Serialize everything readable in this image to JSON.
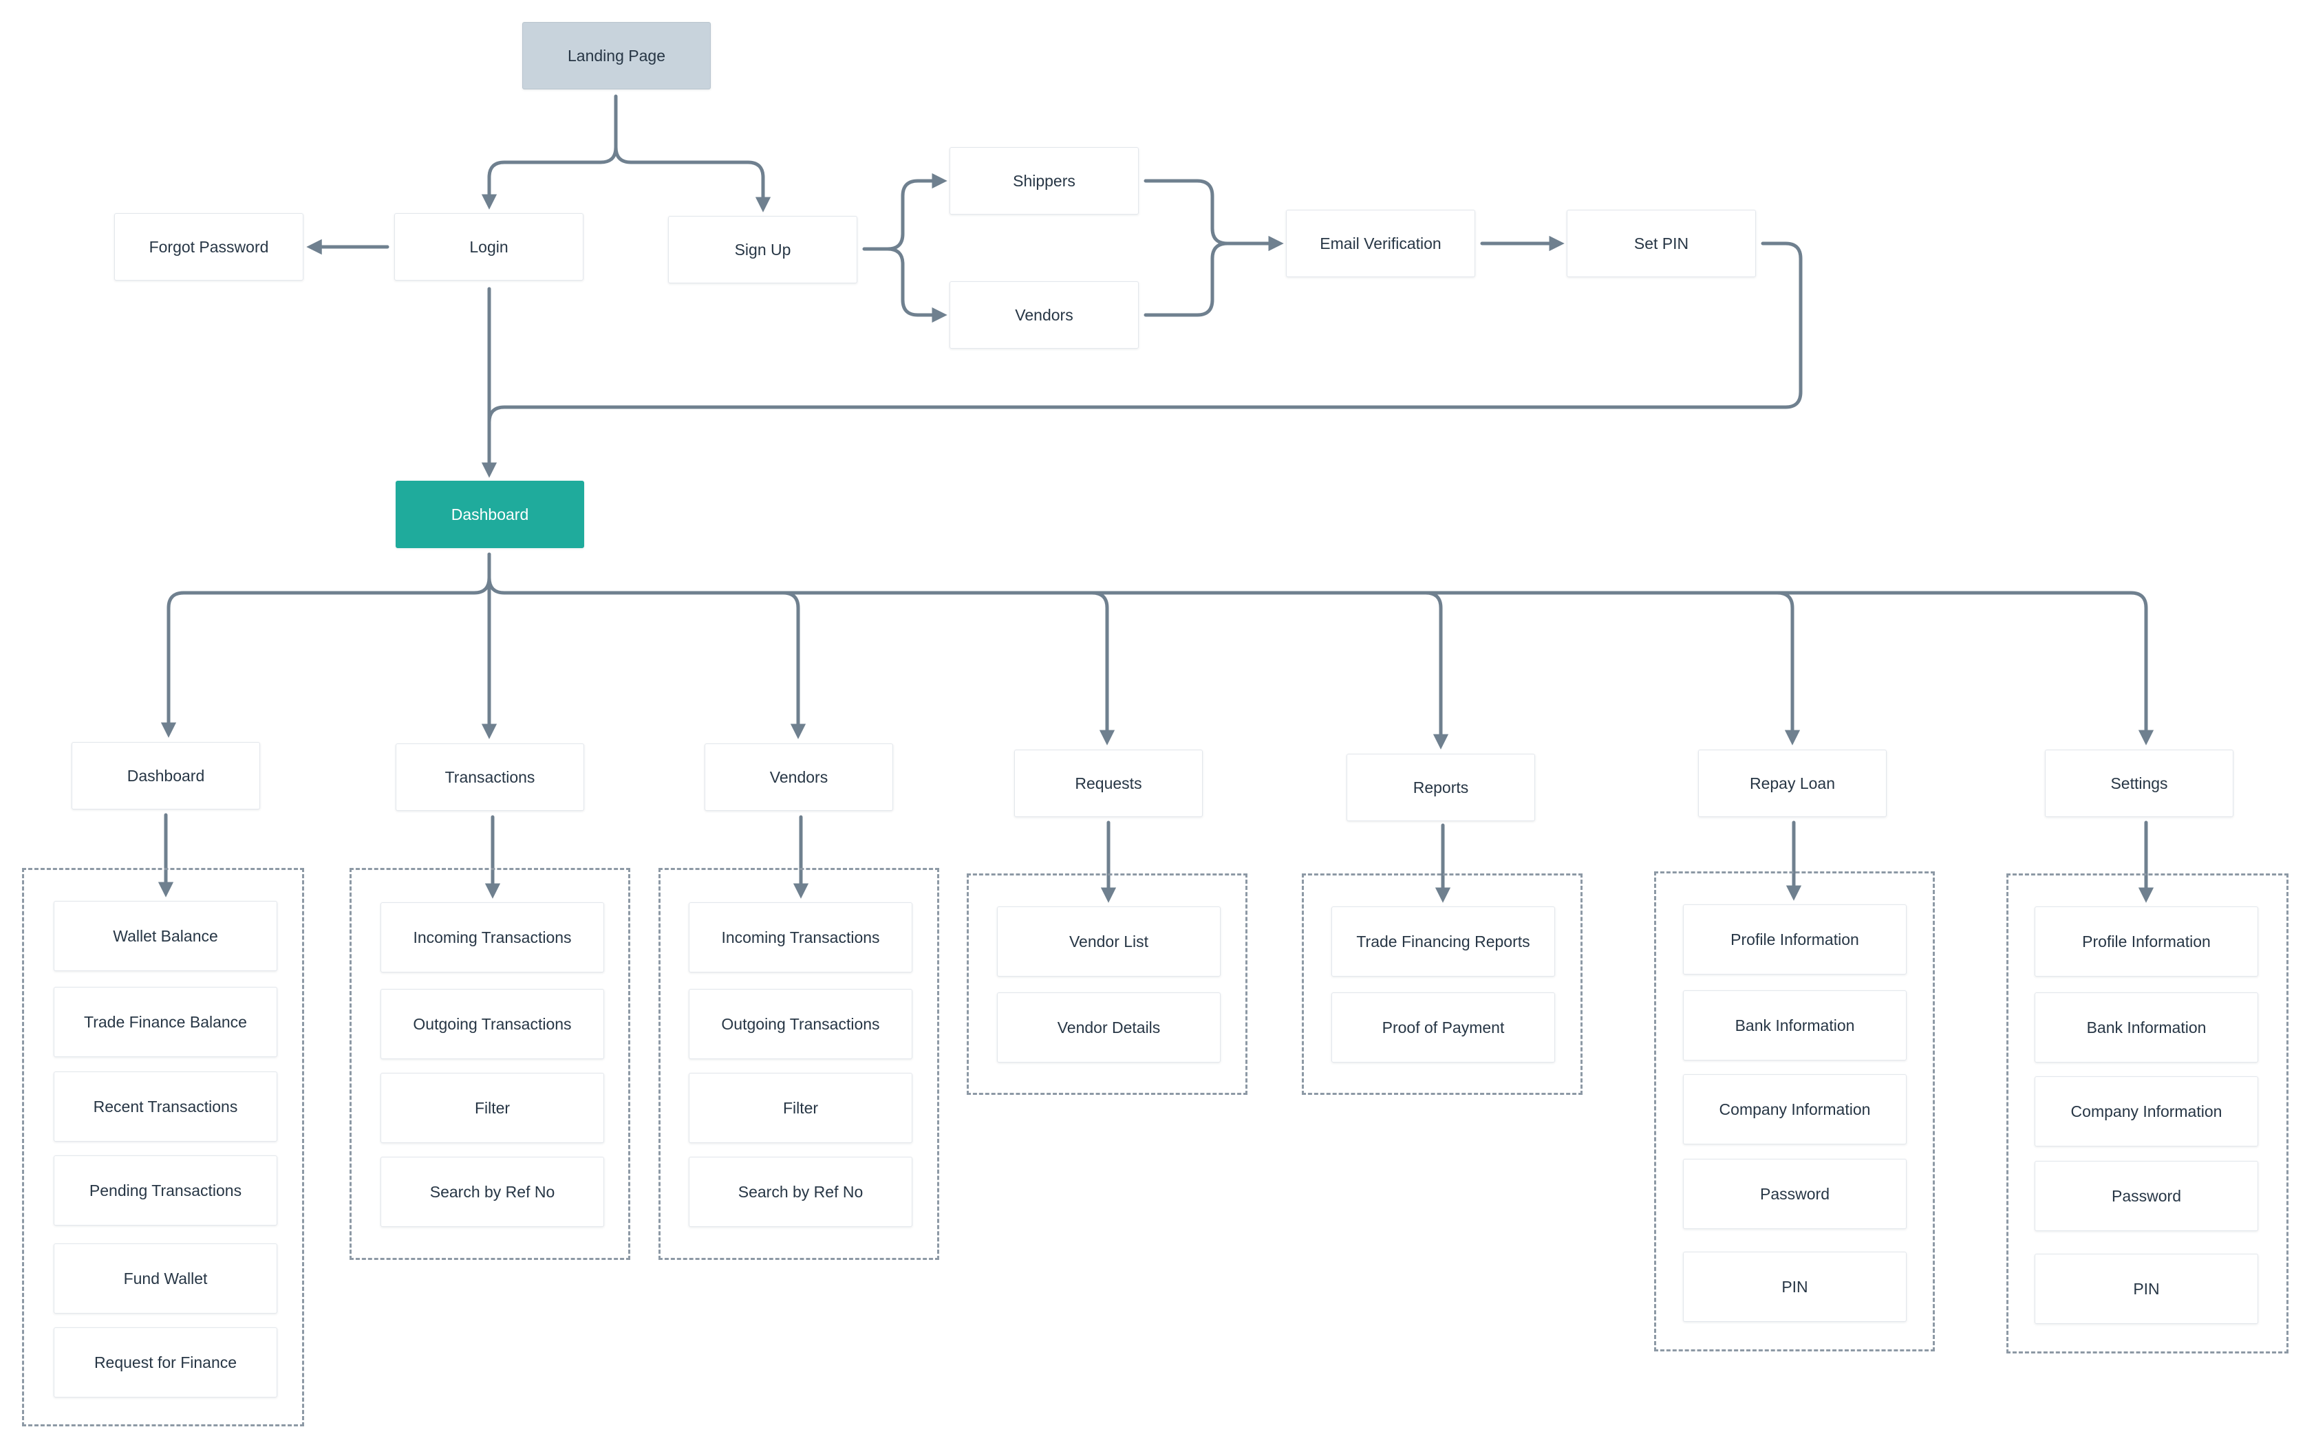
{
  "colors": {
    "connector": "#6f808f",
    "landing_fill": "#c8d3dc",
    "dashboard_fill": "#1fab9c",
    "node_text": "#273645"
  },
  "flow": {
    "landing": "Landing Page",
    "login": "Login",
    "forgot_password": "Forgot Password",
    "sign_up": "Sign Up",
    "shippers": "Shippers",
    "vendors": "Vendors",
    "email_verification": "Email Verification",
    "set_pin": "Set PIN",
    "dashboard": "Dashboard"
  },
  "sections": [
    {
      "title": "Dashboard",
      "items": [
        "Wallet Balance",
        "Trade Finance Balance",
        "Recent Transactions",
        "Pending Transactions",
        "Fund Wallet",
        "Request for Finance"
      ]
    },
    {
      "title": "Transactions",
      "items": [
        "Incoming Transactions",
        "Outgoing Transactions",
        "Filter",
        "Search by Ref No"
      ]
    },
    {
      "title": "Vendors",
      "items": [
        "Incoming Transactions",
        "Outgoing Transactions",
        "Filter",
        "Search by Ref No"
      ]
    },
    {
      "title": "Requests",
      "items": [
        "Vendor List",
        "Vendor Details"
      ]
    },
    {
      "title": "Reports",
      "items": [
        "Trade Financing Reports",
        "Proof of Payment"
      ]
    },
    {
      "title": "Repay Loan",
      "items": [
        "Profile Information",
        "Bank Information",
        "Company Information",
        "Password",
        "PIN"
      ]
    },
    {
      "title": "Settings",
      "items": [
        "Profile Information",
        "Bank Information",
        "Company Information",
        "Password",
        "PIN"
      ]
    }
  ]
}
